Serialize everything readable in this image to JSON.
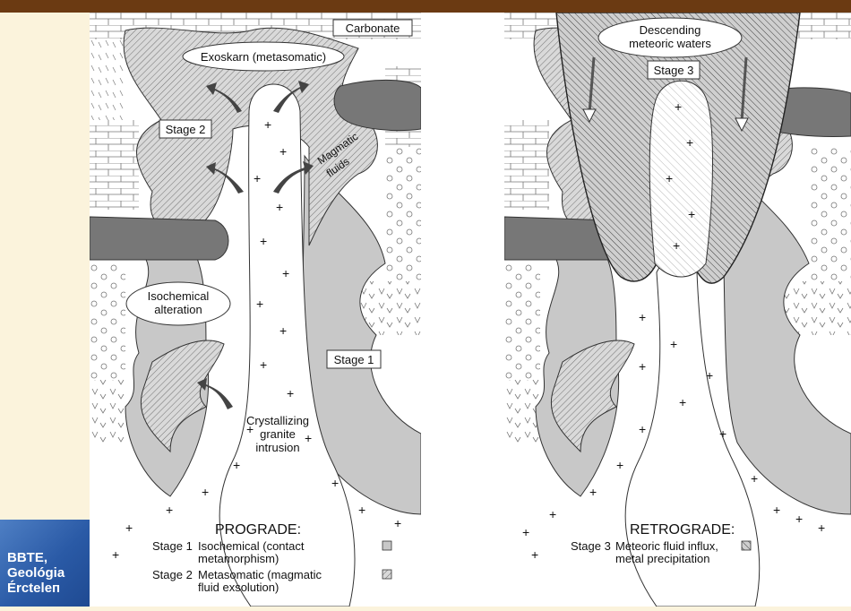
{
  "slide": {
    "caption_lines": [
      "BBTE,",
      "Geológia",
      "Ércteleп"
    ]
  },
  "left_panel": {
    "carbonate_label": "Carbonate",
    "exoskarn_label": "Exoskarn (metasomatic)",
    "stage2_label": "Stage 2",
    "magmatic_label_1": "Magmatic",
    "magmatic_label_2": "fluids",
    "iso_label_1": "Isochemical",
    "iso_label_2": "alteration",
    "stage1_label": "Stage 1",
    "granite_label_1": "Crystallizing",
    "granite_label_2": "granite",
    "granite_label_3": "intrusion",
    "legend_title": "PROGRADE:",
    "legend_row1_stage": "Stage 1",
    "legend_row1_text_1": "Isochemical (contact",
    "legend_row1_text_2": "metamorphism)",
    "legend_row2_stage": "Stage 2",
    "legend_row2_text_1": "Metasomatic (magmatic",
    "legend_row2_text_2": "fluid exsolution)"
  },
  "right_panel": {
    "descending_label_1": "Descending",
    "descending_label_2": "meteoric waters",
    "stage3_label": "Stage 3",
    "legend_title": "RETROGRADE:",
    "legend_row_stage": "Stage 3",
    "legend_row_text_1": "Meteoric fluid influx,",
    "legend_row_text_2": "metal precipitation"
  }
}
